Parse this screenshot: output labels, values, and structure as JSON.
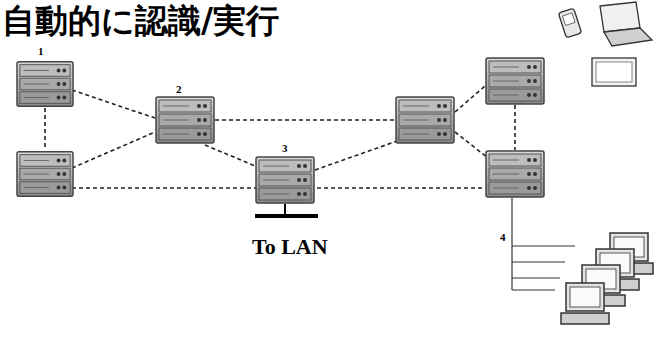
{
  "diagram": {
    "title": "自動的に認識/実行",
    "labels": [
      "1",
      "2",
      "3",
      "4",
      "To LAN"
    ]
  }
}
